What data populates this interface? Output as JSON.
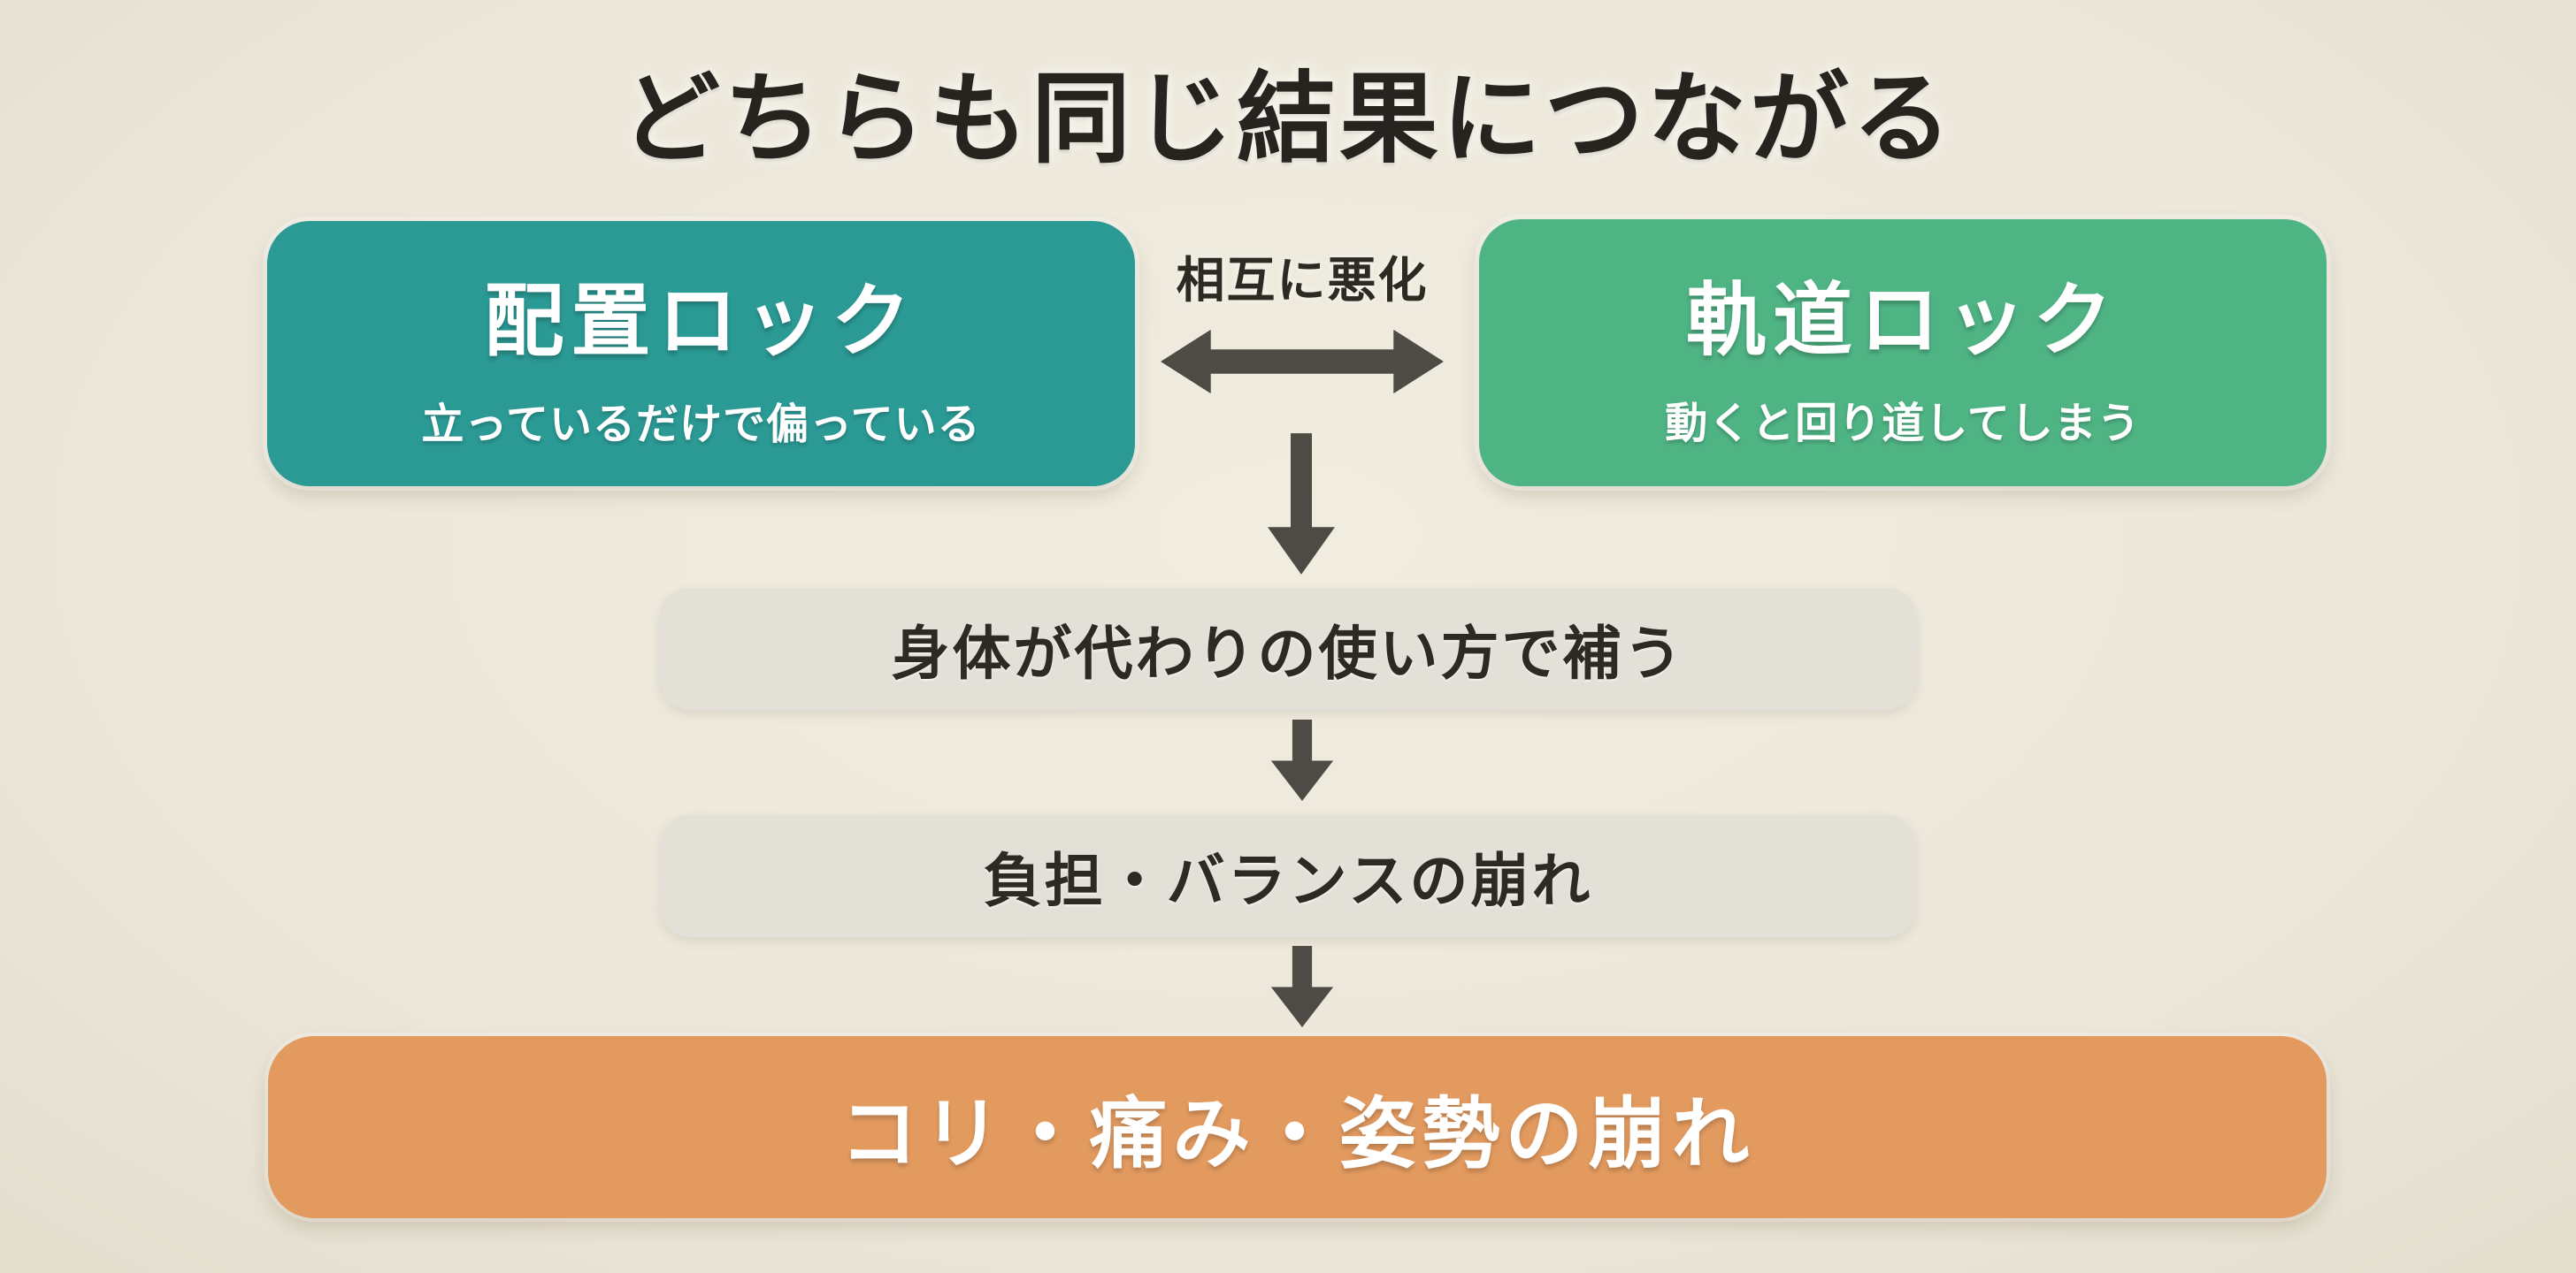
{
  "title": "どちらも同じ結果につながる",
  "colors": {
    "background": "#ece7da",
    "background_edge": "#ded8c7",
    "teal_box": "#2b9a95",
    "green_box": "#4fb484",
    "gray_box": "#e3e0d8",
    "orange_box": "#e29a5f",
    "arrow": "#4e4a44",
    "title_text": "#272420",
    "dark_text": "#2d2a24",
    "light_text": "#ffffff"
  },
  "icons": {
    "relation": "double-arrow-icon",
    "flow": "down-arrow-icon"
  },
  "top_row": {
    "left_box": {
      "title": "配置ロック",
      "subtitle": "立っているだけで偏っている"
    },
    "relation_label": "相互に悪化",
    "right_box": {
      "title": "軌道ロック",
      "subtitle": "動くと回り道してしまう"
    }
  },
  "flow": [
    {
      "label": "身体が代わりの使い方で補う"
    },
    {
      "label": "負担・バランスの崩れ"
    },
    {
      "label": "コリ・痛み・姿勢の崩れ"
    }
  ]
}
